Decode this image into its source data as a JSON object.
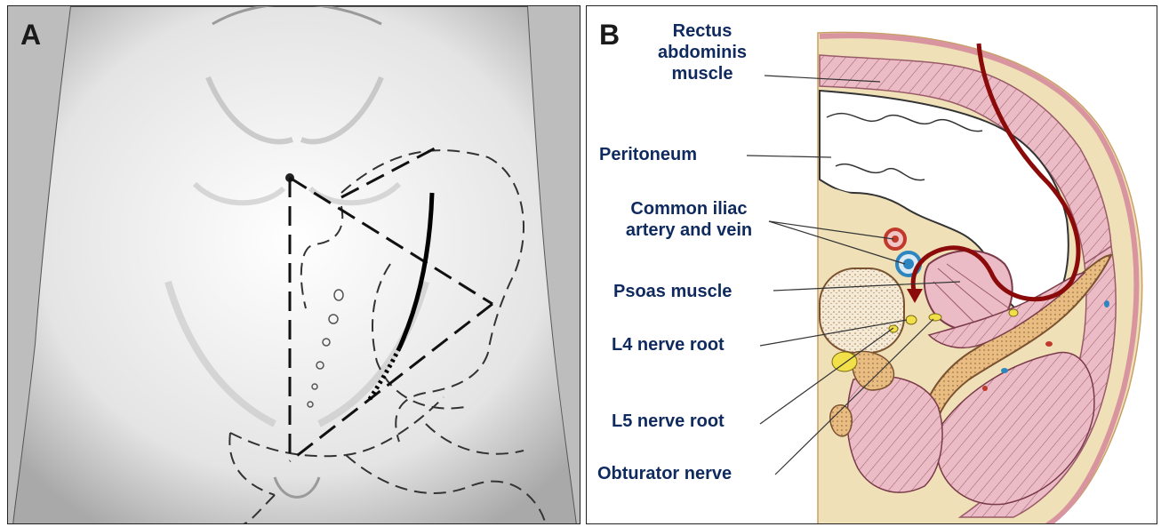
{
  "panels": [
    {
      "letter": "A"
    },
    {
      "letter": "B"
    }
  ],
  "labels": {
    "rectus_line1": "Rectus",
    "rectus_line2": "abdominis",
    "rectus_line3": "muscle",
    "peritoneum": "Peritoneum",
    "iliac_line1": "Common iliac",
    "iliac_line2": "artery and vein",
    "psoas": "Psoas muscle",
    "l4": "L4 nerve root",
    "l5": "L5 nerve root",
    "obturator": "Obturator nerve"
  },
  "colors": {
    "label_text": "#0f2a5e",
    "incision_path": "#8b0a0a",
    "muscle": "#e7b6c0",
    "bone": "#e9bd82",
    "fat": "#efe0b8",
    "artery": "#c0392b",
    "vein": "#2e86c1",
    "nerve": "#f1e04a"
  }
}
